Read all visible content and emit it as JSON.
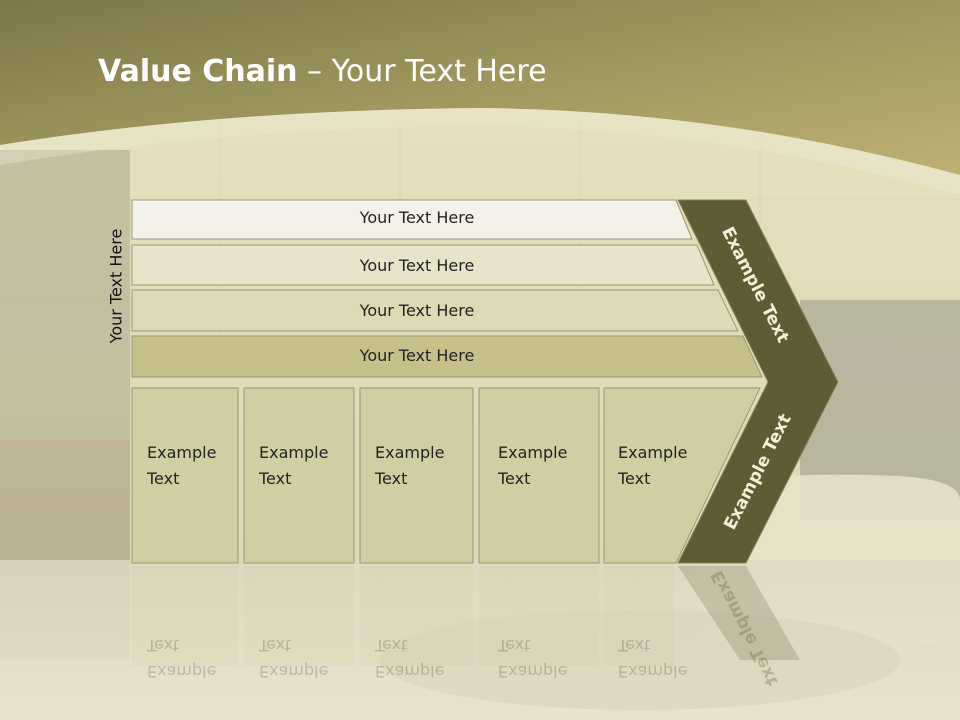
{
  "slide": {
    "title_bold": "Value Chain",
    "title_rest": " – Your Text Here",
    "side_label": "Your Text Here"
  },
  "bars": [
    {
      "label": "Your Text Here",
      "color": "#f4f2e8"
    },
    {
      "label": "Your Text Here",
      "color": "#e8e4cc"
    },
    {
      "label": "Your Text Here",
      "color": "#dedab8"
    },
    {
      "label": "Your Text Here",
      "color": "#c8c08a"
    }
  ],
  "cells": [
    {
      "line1": "Example",
      "line2": "Text"
    },
    {
      "line1": "Example",
      "line2": "Text"
    },
    {
      "line1": "Example",
      "line2": "Text"
    },
    {
      "line1": "Example",
      "line2": "Text"
    },
    {
      "line1": "Example",
      "line2": "Text"
    }
  ],
  "arrow": {
    "upper_label": "Example Text",
    "lower_label": "Example Text",
    "color": "#5e5c35"
  },
  "colors": {
    "header": "#a39b5d",
    "cell_fill": "#d0cfa4"
  }
}
